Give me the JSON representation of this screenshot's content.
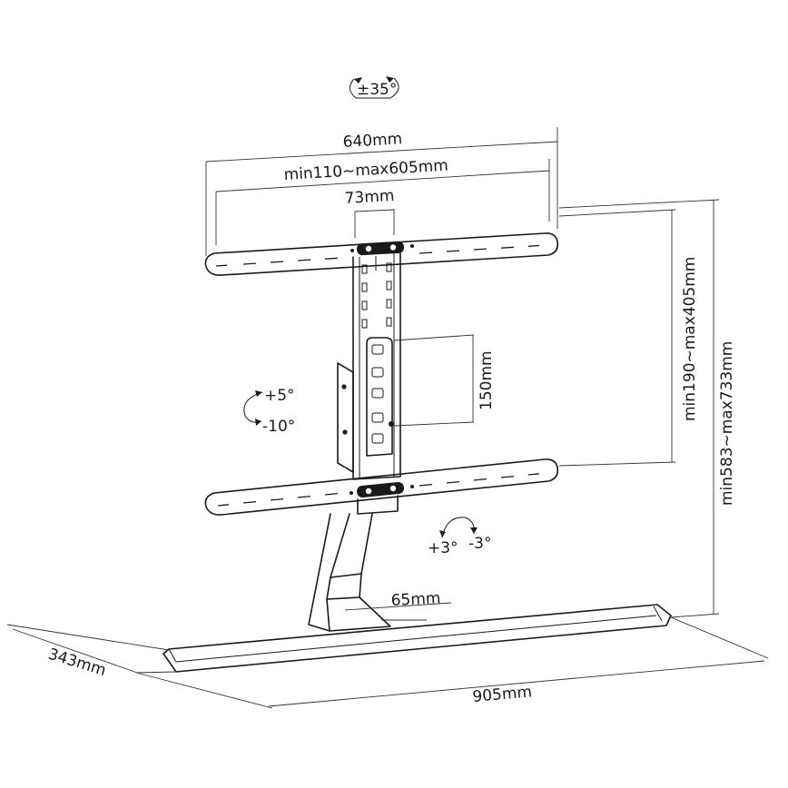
{
  "labels": {
    "swivel": "±35°",
    "width_outer": "640mm",
    "width_range": "min110~max605mm",
    "center_gap": "73mm",
    "vertical_spacing": "150mm",
    "tilt_up": "+5°",
    "tilt_down": "-10°",
    "level_plus": "+3°",
    "level_minus": "-3°",
    "vesa_height": "min190~max405mm",
    "total_height": "min583~max733mm",
    "column_width": "65mm",
    "depth": "343mm",
    "base_width": "905mm"
  }
}
